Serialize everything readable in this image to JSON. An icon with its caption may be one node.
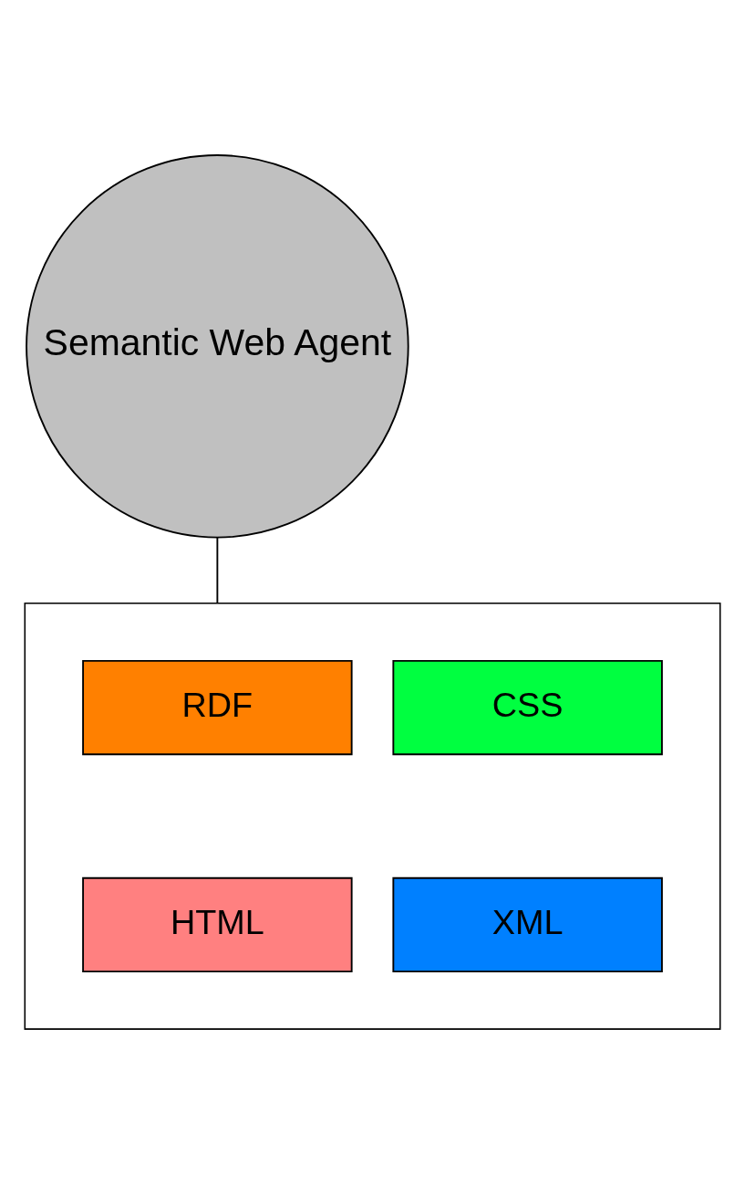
{
  "diagram": {
    "nodes": [
      {
        "text": [
          "Semantic Web Agent"
        ]
      },
      {
        "text": [],
        "shape": "box"
      },
      {
        "text": [
          "RDF"
        ],
        "in": 1
      },
      {
        "text": [
          "CSS"
        ],
        "in": 1
      },
      {
        "text": [
          "HTML"
        ],
        "in": 1
      },
      {
        "text": [
          "XML"
        ],
        "in": 1
      }
    ],
    "edges": [
      {
        "from": 0,
        "to": 1,
        "arrow": "none"
      }
    ]
  }
}
